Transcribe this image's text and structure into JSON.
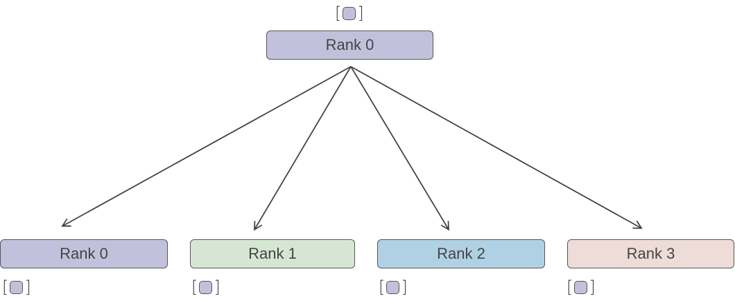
{
  "root": {
    "label": "Rank 0",
    "color": "#c2c1dc"
  },
  "targets": [
    {
      "label": "Rank 0",
      "color": "#c2c1dc"
    },
    {
      "label": "Rank 1",
      "color": "#d5e7d3"
    },
    {
      "label": "Rank 2",
      "color": "#b0d1e4"
    },
    {
      "label": "Rank 3",
      "color": "#eedcd9"
    }
  ],
  "tensor_color": "#c2c1dc",
  "open_bracket": "[",
  "close_bracket": "]"
}
